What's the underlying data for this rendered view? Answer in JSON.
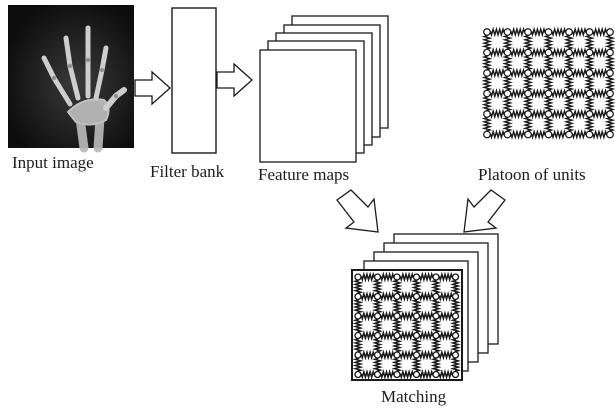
{
  "stages": {
    "input_image": {
      "label": "Input image"
    },
    "filter_bank": {
      "label": "Filter bank"
    },
    "feature_maps": {
      "label": "Feature maps"
    },
    "platoon": {
      "label": "Platoon of units"
    },
    "matching": {
      "label": "Matching"
    }
  },
  "colors": {
    "stroke": "#1a1a1a",
    "xray_background": "#141414",
    "xray_bone": "#d9d9d9",
    "spring": "#1a1a1a",
    "node_fill": "#ffffff"
  },
  "icons": {
    "input_image": "hand-xray-image",
    "platoon": "spring-grid",
    "flow_arrows": "hollow-arrow"
  }
}
